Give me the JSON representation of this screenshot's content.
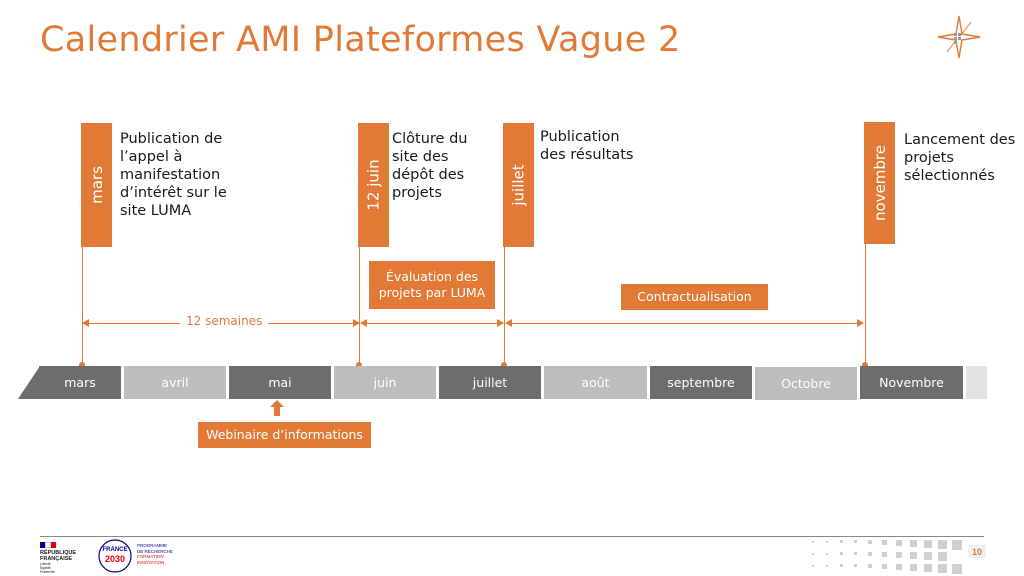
{
  "title": "Calendrier AMI Plateformes Vague 2",
  "milestones": [
    {
      "label": "mars",
      "text": [
        "Publication de",
        "l’appel à",
        "manifestation",
        "d’intérêt sur le",
        "site LUMA"
      ]
    },
    {
      "label": "12 juin",
      "text": [
        "Clôture du",
        "site des",
        "dépôt des",
        "projets"
      ]
    },
    {
      "label": "juillet",
      "text": [
        "Publication",
        "des résultats"
      ]
    },
    {
      "label": "novembre",
      "text": [
        "Lancement des",
        "projets",
        "sélectionnés"
      ]
    }
  ],
  "phases": {
    "evaluation": [
      "Évaluation des",
      "projets par LUMA"
    ],
    "contract": "Contractualisation",
    "weeks": "12 semaines"
  },
  "webinar": "Webinaire d’informations",
  "months": [
    "mars",
    "avril",
    "mai",
    "juin",
    "juillet",
    "août",
    "septembre",
    "Octobre",
    "Novembre"
  ],
  "footer": {
    "republic": [
      "RÉPUBLIQUE",
      "FRANÇAISE",
      "Liberté",
      "Égalité",
      "Fraternité"
    ],
    "france_logo": [
      "FRANCE",
      "2030"
    ],
    "programme": [
      "PROGRAMME",
      "DE RECHERCHE",
      "FORMATION",
      "INNOVATION"
    ],
    "page": "10"
  },
  "colors": {
    "accent": "#E07A36",
    "dark_month": "#6d6d6d",
    "light_month": "#bdbdbd"
  }
}
